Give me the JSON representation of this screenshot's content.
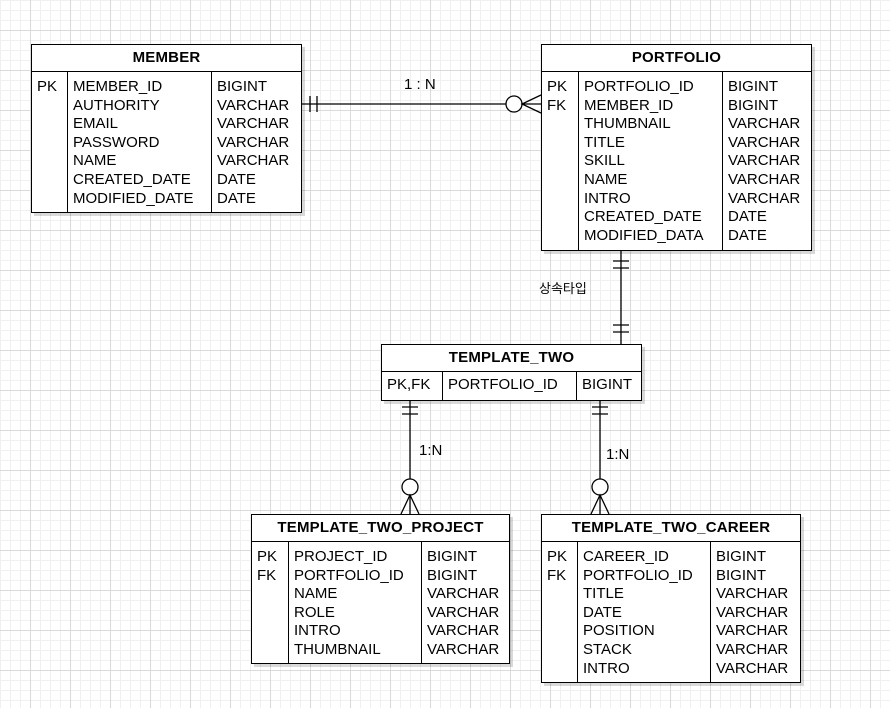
{
  "entities": {
    "member": {
      "name": "MEMBER",
      "keys": [
        "PK",
        "",
        "",
        "",
        "",
        "",
        ""
      ],
      "fields": [
        "MEMBER_ID",
        "AUTHORITY",
        "EMAIL",
        "PASSWORD",
        "NAME",
        "CREATED_DATE",
        "MODIFIED_DATE"
      ],
      "types": [
        "BIGINT",
        "VARCHAR",
        "VARCHAR",
        "VARCHAR",
        "VARCHAR",
        "DATE",
        "DATE"
      ]
    },
    "portfolio": {
      "name": "PORTFOLIO",
      "keys": [
        "PK",
        "FK",
        "",
        "",
        "",
        "",
        "",
        "",
        ""
      ],
      "fields": [
        "PORTFOLIO_ID",
        "MEMBER_ID",
        "THUMBNAIL",
        "TITLE",
        "SKILL",
        "NAME",
        "INTRO",
        "CREATED_DATE",
        "MODIFIED_DATA"
      ],
      "types": [
        "BIGINT",
        "BIGINT",
        "VARCHAR",
        "VARCHAR",
        "VARCHAR",
        "VARCHAR",
        "VARCHAR",
        "DATE",
        "DATE"
      ]
    },
    "template_two": {
      "name": "TEMPLATE_TWO",
      "keys": [
        "PK,FK"
      ],
      "fields": [
        "PORTFOLIO_ID"
      ],
      "types": [
        "BIGINT"
      ]
    },
    "template_two_project": {
      "name": "TEMPLATE_TWO_PROJECT",
      "keys": [
        "PK",
        "FK",
        "",
        "",
        "",
        ""
      ],
      "fields": [
        "PROJECT_ID",
        "PORTFOLIO_ID",
        "NAME",
        "ROLE",
        "INTRO",
        "THUMBNAIL"
      ],
      "types": [
        "BIGINT",
        "BIGINT",
        "VARCHAR",
        "VARCHAR",
        "VARCHAR",
        "VARCHAR"
      ]
    },
    "template_two_career": {
      "name": "TEMPLATE_TWO_CAREER",
      "keys": [
        "PK",
        "FK",
        "",
        "",
        "",
        "",
        ""
      ],
      "fields": [
        "CAREER_ID",
        "PORTFOLIO_ID",
        "TITLE",
        "DATE",
        "POSITION",
        "STACK",
        "INTRO"
      ],
      "types": [
        "BIGINT",
        "BIGINT",
        "VARCHAR",
        "VARCHAR",
        "VARCHAR",
        "VARCHAR",
        "VARCHAR"
      ]
    }
  },
  "relations": {
    "member_portfolio": "1 : N",
    "portfolio_template_two": "상속타입",
    "template_two_project": "1:N",
    "template_two_career": "1:N"
  }
}
